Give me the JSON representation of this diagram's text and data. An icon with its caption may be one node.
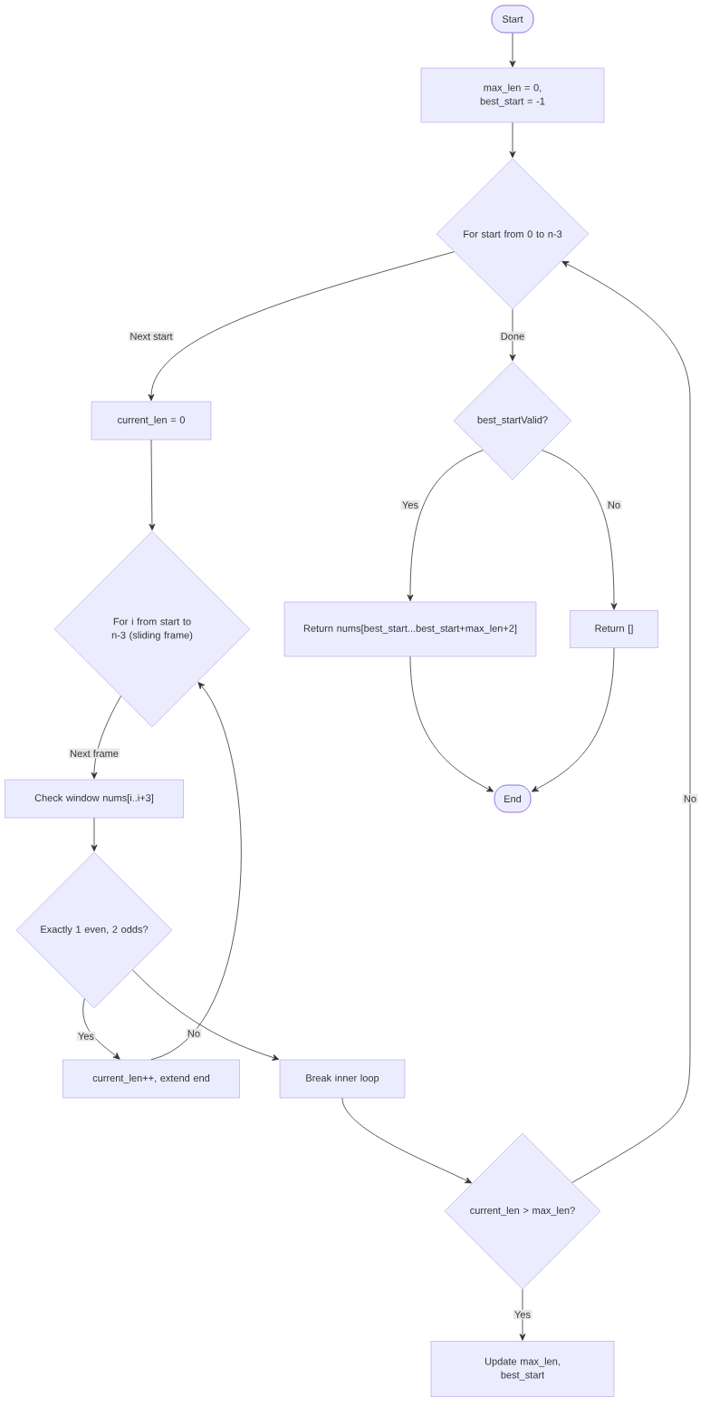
{
  "diagram": {
    "nodes": [
      {
        "text": [
          "Start"
        ]
      },
      {
        "text": [
          "max_len = 0, best_start = -1"
        ]
      },
      {
        "text": [
          "For start from 0 to n-3"
        ]
      },
      {
        "text": [
          "current_len = 0"
        ]
      },
      {
        "text": [
          "best_startValid?"
        ]
      },
      {
        "text": [
          "For i from start to n-3 (sliding frame)"
        ]
      },
      {
        "text": [
          "Return nums[best_start...best_start+max_len+2]"
        ]
      },
      {
        "text": [
          "Return []"
        ]
      },
      {
        "text": [
          "End"
        ]
      },
      {
        "text": [
          "Check window nums[i..i+3]"
        ]
      },
      {
        "text": [
          "Exactly 1 even, 2 odds?"
        ]
      },
      {
        "text": [
          "current_len++, extend end"
        ]
      },
      {
        "text": [
          "Break inner loop"
        ]
      },
      {
        "text": [
          "current_len > max_len?"
        ]
      },
      {
        "text": [
          "Update max_len, best_start"
        ]
      }
    ],
    "edges": [
      {
        "from": 0,
        "to": 1,
        "arrow": "to"
      },
      {
        "from": 1,
        "to": 2,
        "arrow": "to"
      },
      {
        "from": 2,
        "to": 3,
        "arrow": "to",
        "label": "Next start"
      },
      {
        "from": 2,
        "to": 4,
        "arrow": "to",
        "label": "Done"
      },
      {
        "from": 4,
        "to": 6,
        "arrow": "to",
        "label": "Yes"
      },
      {
        "from": 4,
        "to": 7,
        "arrow": "to",
        "label": "No"
      },
      {
        "from": 6,
        "to": 8,
        "arrow": "to"
      },
      {
        "from": 7,
        "to": 8,
        "arrow": "to"
      },
      {
        "from": 3,
        "to": 5,
        "arrow": "to"
      },
      {
        "from": 5,
        "to": 9,
        "arrow": "to",
        "label": "Next frame"
      },
      {
        "from": 9,
        "to": 10,
        "arrow": "to"
      },
      {
        "from": 10,
        "to": 11,
        "arrow": "to",
        "label": "Yes"
      },
      {
        "from": 10,
        "to": 12,
        "arrow": "to",
        "label": "No"
      },
      {
        "from": 11,
        "to": 5,
        "arrow": "to"
      },
      {
        "from": 12,
        "to": 13,
        "arrow": "to"
      },
      {
        "from": 13,
        "to": 2,
        "arrow": "to",
        "label": "No"
      },
      {
        "from": 13,
        "to": 14,
        "arrow": "to",
        "label": "Yes"
      }
    ]
  }
}
